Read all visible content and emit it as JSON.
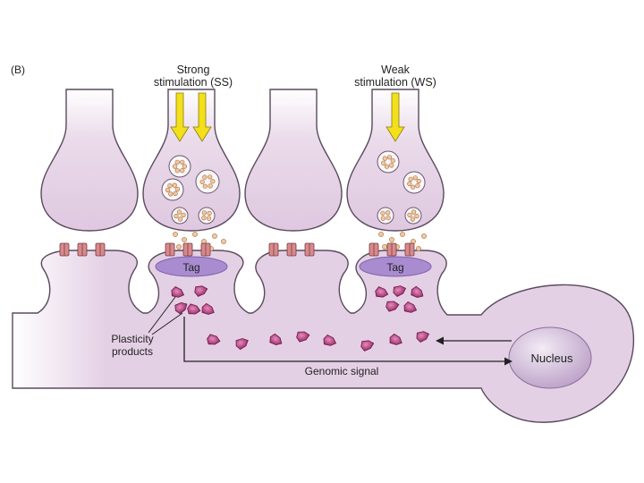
{
  "panel_label": "(B)",
  "stimulation": {
    "strong": {
      "line1": "Strong",
      "line2": "stimulation (SS)"
    },
    "weak": {
      "line1": "Weak",
      "line2": "stimulation (WS)"
    }
  },
  "tags": {
    "strong": "Tag",
    "weak": "Tag"
  },
  "nucleus_label": "Nucleus",
  "plasticity": {
    "line1": "Plasticity",
    "line2": "products"
  },
  "genomic_signal": "Genomic signal",
  "colors": {
    "cell_fill": "#e5d2e6",
    "cell_stroke": "#5a4a5e",
    "arrow_yellow": "#f3df1a",
    "vesicle": "#f1c9a0",
    "receptor": "#d8898c",
    "tag_fill": "#a98bd0",
    "product": "#b3397a",
    "nucleus": "#cfb7d8"
  }
}
